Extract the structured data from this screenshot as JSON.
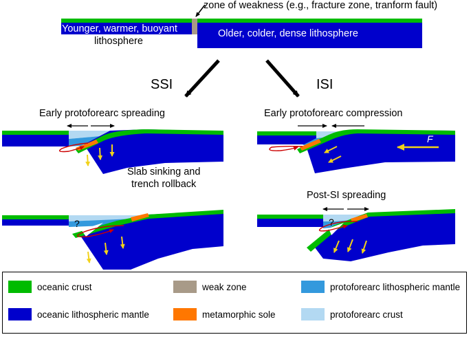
{
  "colors": {
    "oceanic_crust": "#00bb00",
    "mantle": "#0000cc",
    "weak_zone": "#a89a88",
    "protoforearc_mantle": "#3399dd",
    "protoforearc_crust": "#b3d9f2",
    "metamorphic_sole": "#ff7700",
    "arrow_yellow": "#f2d21a",
    "flow_red": "#cc0000"
  },
  "top": {
    "weak_zone_label": "zone of weakness (e.g., fracture zone, tranform fault)",
    "left_label_line1": "Younger, warmer, buoyant",
    "left_label_line2": "lithosphere",
    "right_label": "Older, colder, dense lithosphere"
  },
  "branches": {
    "left": "SSI",
    "right": "ISI"
  },
  "panels": {
    "ssi_early_title": "Early protoforearc spreading",
    "ssi_caption_line1": "Slab sinking and",
    "ssi_caption_line2": "trench rollback",
    "isi_early_title": "Early protoforearc compression",
    "force_label": "F",
    "isi_post_title": "Post-SI spreading",
    "question_mark": "?"
  },
  "legend": {
    "items": [
      {
        "label": "oceanic crust",
        "color": "#00bb00",
        "icon": "swatch"
      },
      {
        "label": "weak zone",
        "color": "#a89a88",
        "icon": "swatch"
      },
      {
        "label": "protoforearc lithospheric mantle",
        "color": "#3399dd",
        "icon": "swatch"
      },
      {
        "label": "oceanic lithospheric mantle",
        "color": "#0000cc",
        "icon": "swatch"
      },
      {
        "label": "metamorphic sole",
        "color": "#ff7700",
        "icon": "swatch"
      },
      {
        "label": "protoforearc crust",
        "color": "#b3d9f2",
        "icon": "swatch"
      }
    ]
  }
}
